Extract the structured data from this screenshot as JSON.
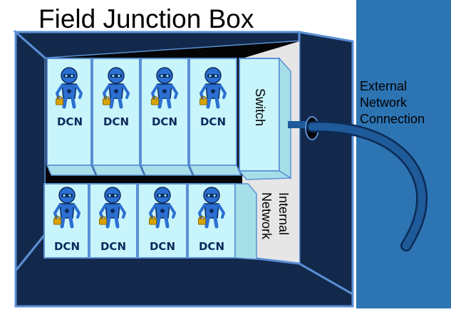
{
  "title": "Field Junction Box",
  "switch_label": "Switch",
  "internal_network_label_line1": "Internal",
  "internal_network_label_line2": "Network",
  "external_label_line1": "External",
  "external_label_line2": "Network",
  "external_label_line3": "Connection",
  "node_label": "DCN",
  "top_row_node_count": 4,
  "bottom_row_node_count": 4,
  "colors": {
    "box_dark": "#13294b",
    "box_outline": "#5b8fd6",
    "interior_black": "#050505",
    "module_fill": "#c8f4fb",
    "module_side": "#a7dfe8",
    "panel_grey": "#e6e6e6",
    "cable": "#1f5a9a",
    "background_blue": "#2d74b3",
    "robot_blue": "#2b6fd1",
    "lock_gold": "#d9a400"
  }
}
